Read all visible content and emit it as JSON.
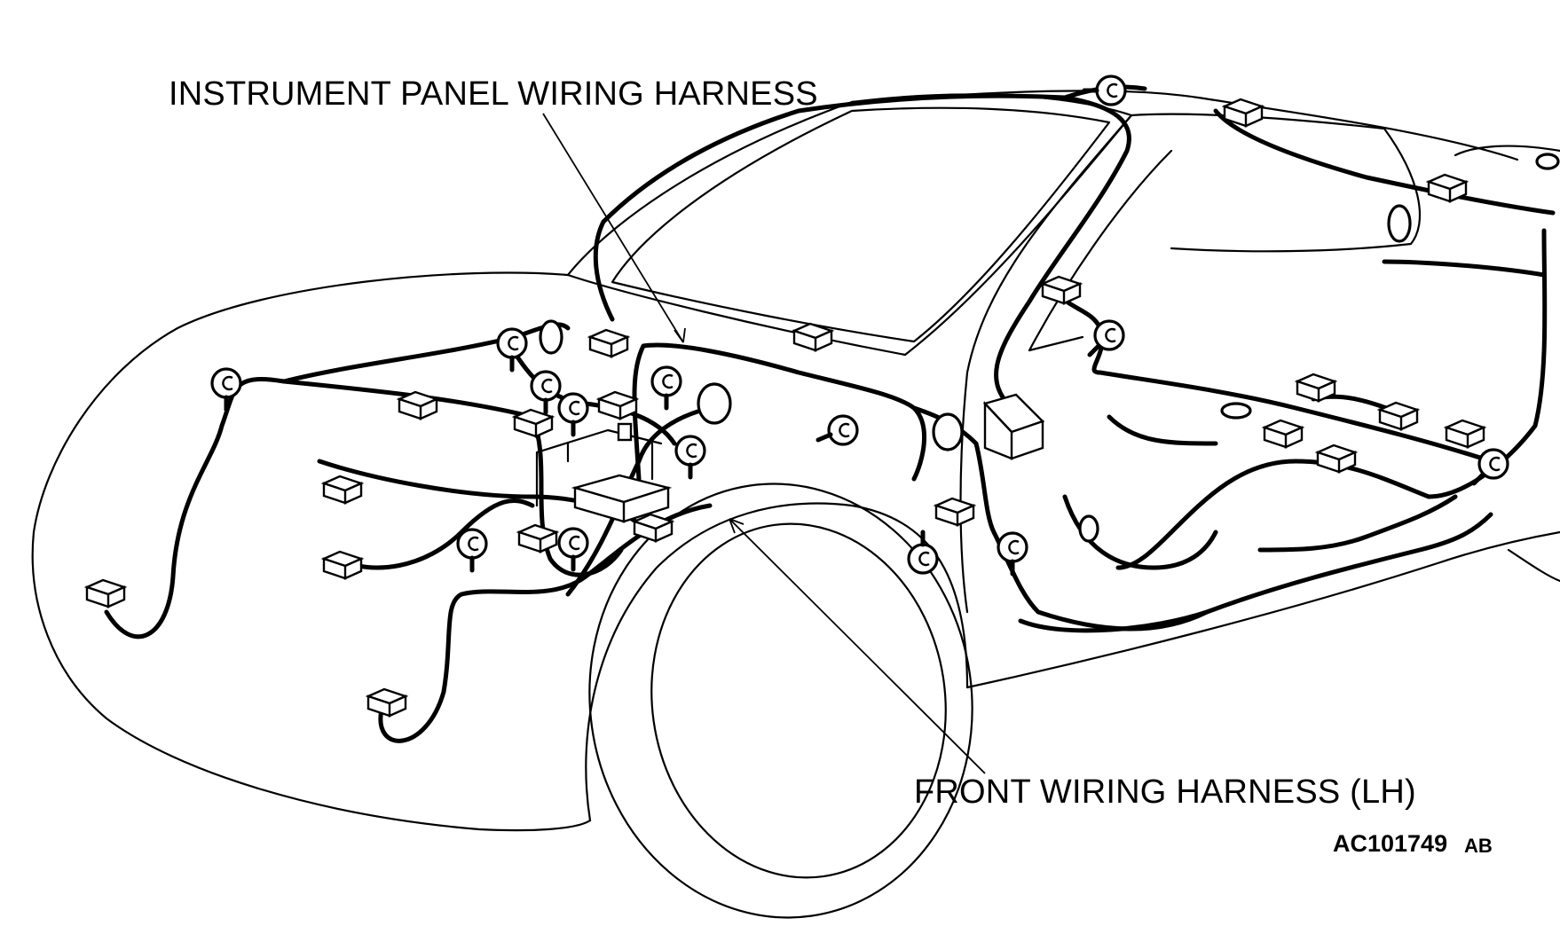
{
  "labels": {
    "instrument_panel_harness": "INSTRUMENT PANEL WIRING HARNESS",
    "front_harness_lh": "FRONT WIRING HARNESS (LH)",
    "figure_code": "AC101749",
    "figure_suffix": "AB"
  },
  "colors": {
    "line": "#000000",
    "background": "#ffffff"
  }
}
